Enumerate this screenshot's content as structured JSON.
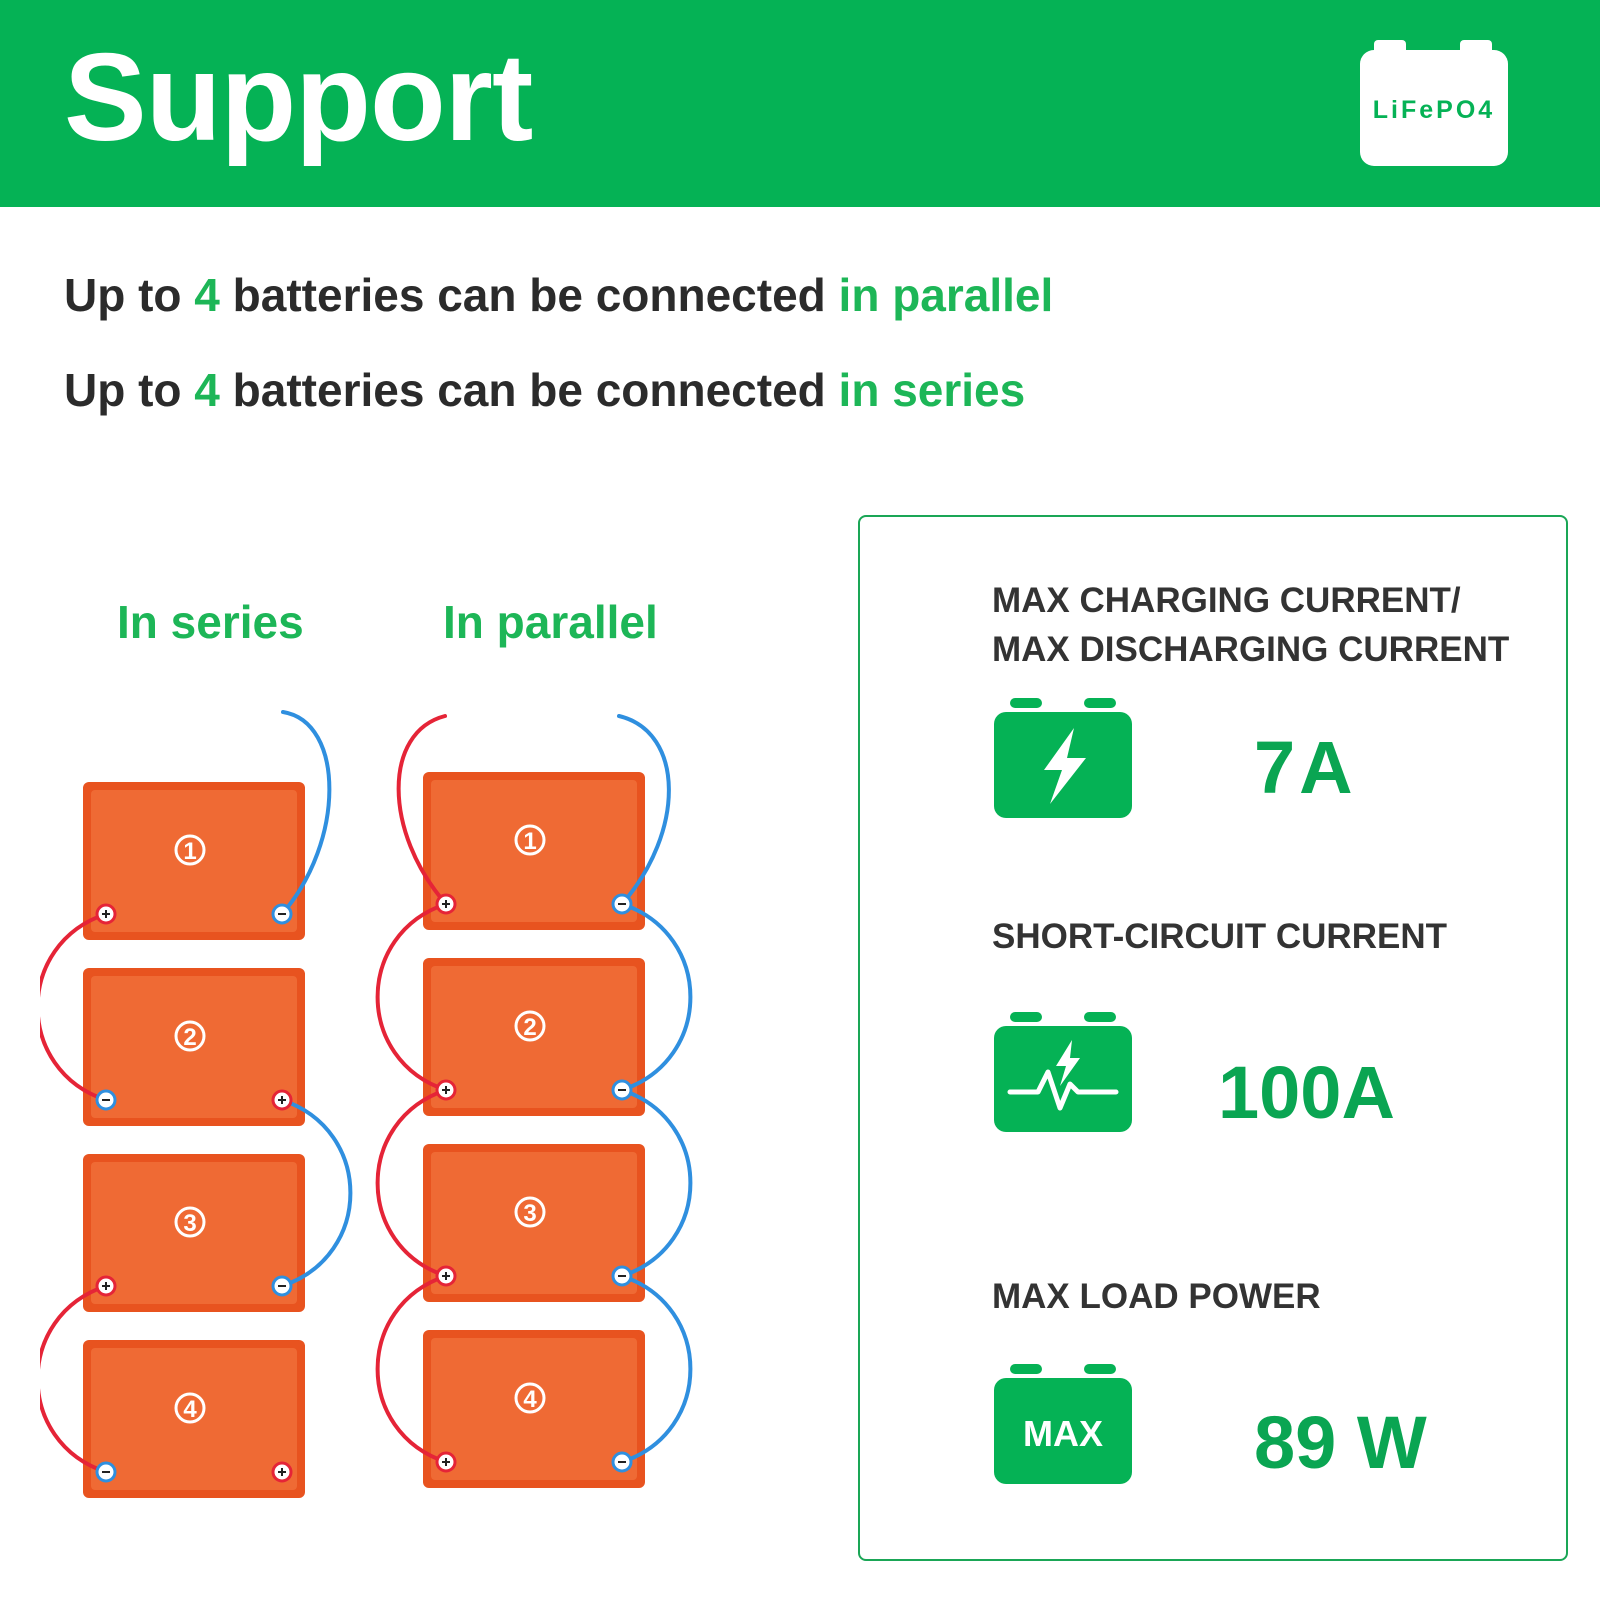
{
  "header": {
    "title": "Support",
    "logo_text": "LiFePO4"
  },
  "intro": {
    "line1": {
      "prefix": "Up to ",
      "count": "4",
      "middle": " batteries can be connected ",
      "suffix": "in parallel"
    },
    "line2": {
      "prefix": "Up to ",
      "count": "4",
      "middle": " batteries can be connected ",
      "suffix": "in series"
    }
  },
  "diagram": {
    "series_label": "In series",
    "parallel_label": "In parallel",
    "battery_numbers": [
      "1",
      "2",
      "3",
      "4"
    ],
    "colors": {
      "battery": "#ef6a34",
      "battery_edge": "#e8531f",
      "positive_wire": "#e52437",
      "negative_wire": "#2f8fdf"
    }
  },
  "specs": {
    "charging_title_line1": "MAX CHARGING CURRENT/",
    "charging_title_line2": "MAX DISCHARGING CURRENT",
    "charging_value": "7A",
    "charging_icon": "battery-bolt-icon",
    "short_circuit_title": "SHORT-CIRCUIT CURRENT",
    "short_circuit_value": "100A",
    "short_circuit_icon": "battery-pulse-icon",
    "max_load_title": "MAX LOAD POWER",
    "max_load_value": "89 W",
    "max_load_icon": "battery-max-icon",
    "max_icon_text": "MAX"
  },
  "colors": {
    "brand_green": "#05b255",
    "text_dark": "#2b2b2b"
  }
}
